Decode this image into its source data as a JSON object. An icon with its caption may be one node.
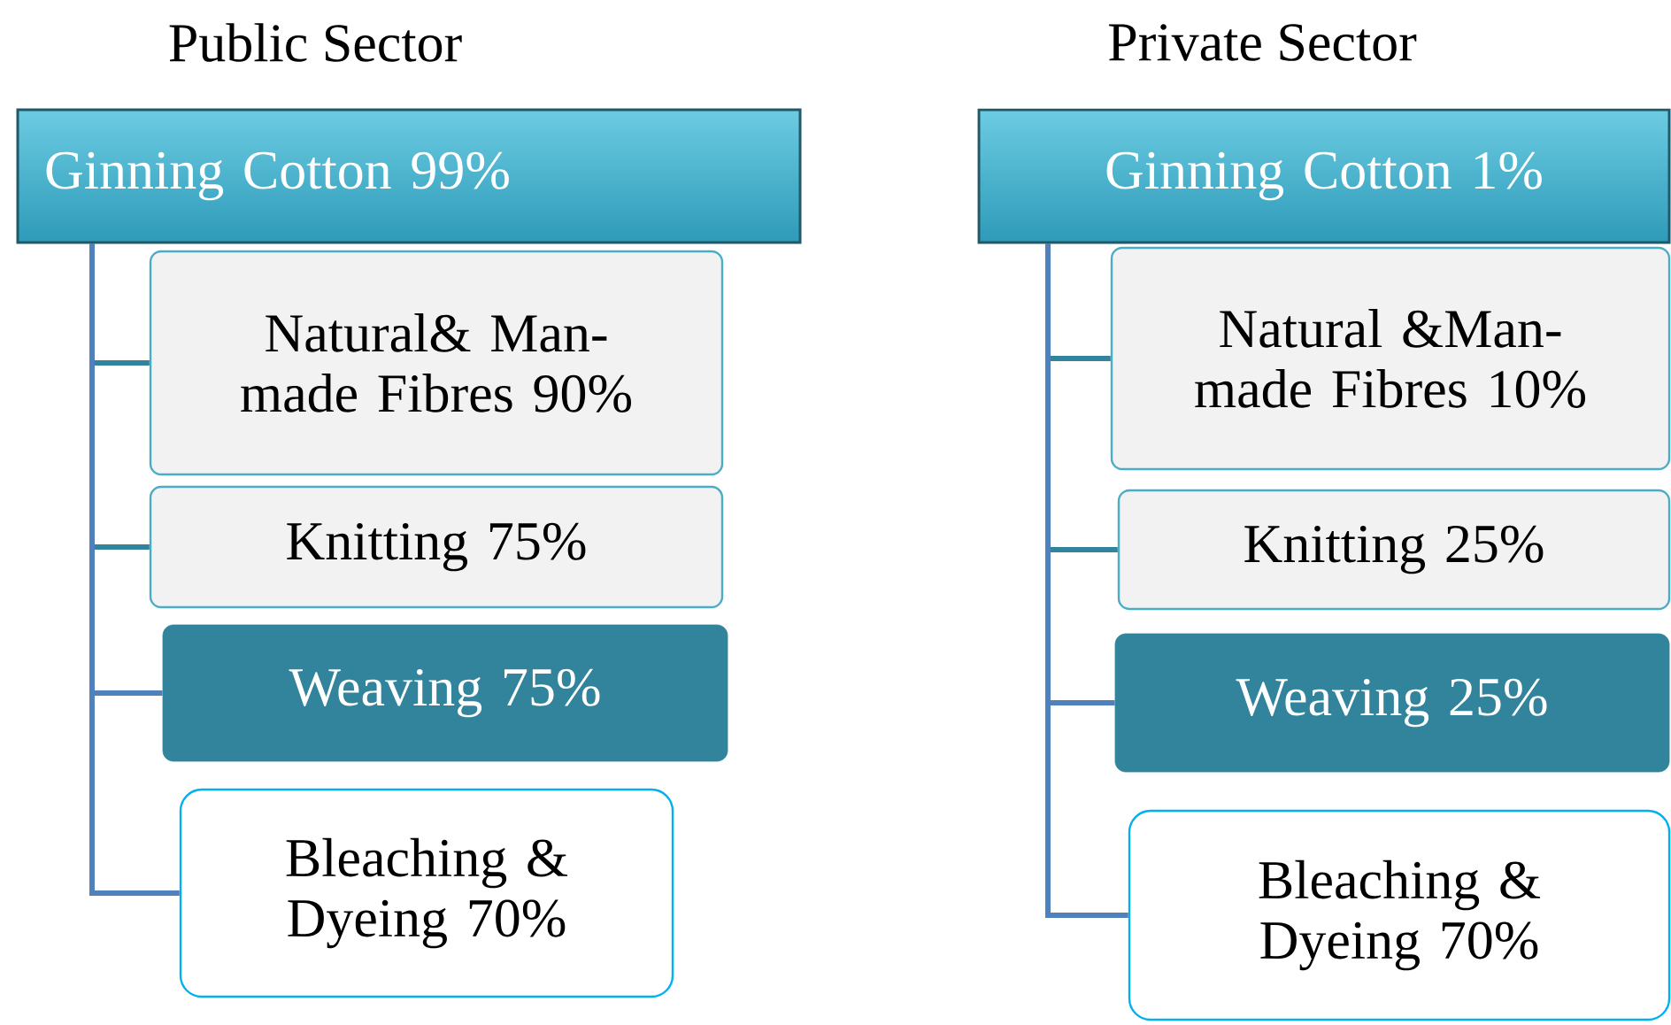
{
  "diagram": {
    "nodes": [
      {
        "text": [
          "Ginning Cotton 99%"
        ]
      },
      {
        "text": [
          "Natural& Man-made Fibres 90%"
        ]
      },
      {
        "text": [
          "Knitting 75%"
        ]
      },
      {
        "text": [
          "Weaving 75%"
        ]
      },
      {
        "text": [
          "Bleaching & Dyeing 70%"
        ]
      },
      {
        "text": [
          "Ginning Cotton 1%"
        ]
      },
      {
        "text": [
          "Natural &Man-made Fibres 10%"
        ]
      },
      {
        "text": [
          "Knitting 25%"
        ]
      },
      {
        "text": [
          "Weaving 25%"
        ]
      },
      {
        "text": [
          "Bleaching & Dyeing 70%"
        ]
      }
    ],
    "edges": [
      {
        "from": 0,
        "to": 1,
        "arrow": "none",
        "color": "#31849b"
      },
      {
        "from": 0,
        "to": 2,
        "arrow": "none",
        "color": "#31849b"
      },
      {
        "from": 0,
        "to": 3,
        "arrow": "none",
        "color": "#4f81bd"
      },
      {
        "from": 0,
        "to": 4,
        "arrow": "none",
        "color": "#4f81bd"
      },
      {
        "from": 5,
        "to": 6,
        "arrow": "none",
        "color": "#31849b"
      },
      {
        "from": 5,
        "to": 7,
        "arrow": "none",
        "color": "#31849b"
      },
      {
        "from": 5,
        "to": 8,
        "arrow": "none",
        "color": "#4f81bd"
      },
      {
        "from": 5,
        "to": 9,
        "arrow": "none",
        "color": "#4f81bd"
      }
    ],
    "labels": [
      "Public Sector",
      "Private Sector"
    ]
  }
}
